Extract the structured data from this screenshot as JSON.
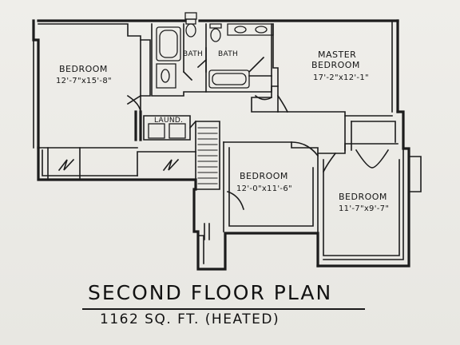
{
  "plan": {
    "title": "SECOND FLOOR PLAN",
    "area": "1162 SQ. FT. (HEATED)"
  },
  "rooms": {
    "bedroom_left": {
      "name": "BEDROOM",
      "dims": "12'-7\"x15'-8\""
    },
    "bath_1": {
      "name": "BATH"
    },
    "bath_2": {
      "name": "BATH"
    },
    "master": {
      "name_line1": "MASTER",
      "name_line2": "BEDROOM",
      "dims": "17'-2\"x12'-1\""
    },
    "laundry": {
      "name": "LAUND."
    },
    "bedroom_center": {
      "name": "BEDROOM",
      "dims": "12'-0\"x11'-6\""
    },
    "bedroom_right": {
      "name": "BEDROOM",
      "dims": "11'-7\"x9'-7\""
    }
  },
  "colors": {
    "paper": "#ecebe6",
    "ink": "#1c1c1c"
  }
}
